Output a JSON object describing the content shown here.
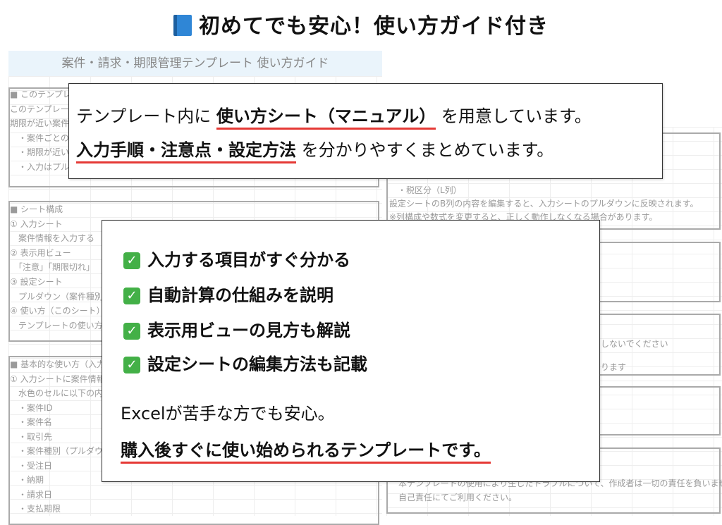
{
  "title": {
    "icon": "blue-book-icon",
    "text": "初めてでも安心！使い方ガイド付き"
  },
  "background_sheet": {
    "header": "案件・請求・期限管理テンプレート 使い方ガイド",
    "left_lines": [
      "■ このテンプレ",
      "このテンプレー",
      "期限が近い案件",
      "　・案件ごとの",
      "　・期限が近い",
      "　・入力はプル"
    ],
    "left_lines2": [
      "■ シート構成",
      "① 入力シート",
      "　案件情報を入力する",
      "② 表示用ビュー",
      "　「注意」「期限切れ」",
      "③ 設定シート",
      "　プルダウン（案件種別",
      "④ 使い方（このシート）",
      "　テンプレートの使い方"
    ],
    "left_lines3": [
      "■ 基本的な使い方（入力",
      "① 入力シートに案件情報",
      "　水色のセルに以下の内",
      "　・案件ID",
      "　・案件名",
      "　・取引先",
      "　・案件種別（プルダウ",
      "　・受注日",
      "　・納期",
      "　・請求日",
      "　・支払期限"
    ],
    "right_lines": [
      "　・税区分（L列）",
      "設定シートのB列の内容を編集すると、入力シートのプルダウンに反映されます。",
      "※列構成や数式を変更すると、正しく動作しなくなる場合があります。"
    ],
    "right_lines2": [
      "しないでください",
      "ります"
    ],
    "right_lines3": [
      "本テンプレートの使用により生じたトラブルについて、作成者は一切の責任を負いません。",
      "自己責任にてご利用ください。"
    ]
  },
  "callout1": {
    "line1_pre": "テンプレート内に ",
    "line1_em": "使い方シート（マニュアル）",
    "line1_post": " を用意しています。",
    "line2_em": "入力手順・注意点・設定方法",
    "line2_post": " を分かりやすくまとめています。"
  },
  "callout2": {
    "features": [
      "入力する項目がすぐ分かる",
      "自動計算の仕組みを説明",
      "表示用ビューの見方も解説",
      "設定シートの編集方法も記載"
    ],
    "check_icon": "green-check-icon",
    "note": "Excelが苦手な方でも安心。",
    "closing": "購入後すぐに使い始められるテンプレートです。"
  },
  "colors": {
    "underline": "#e53935",
    "check": "#43b047",
    "header_band": "#eaf4fb"
  }
}
